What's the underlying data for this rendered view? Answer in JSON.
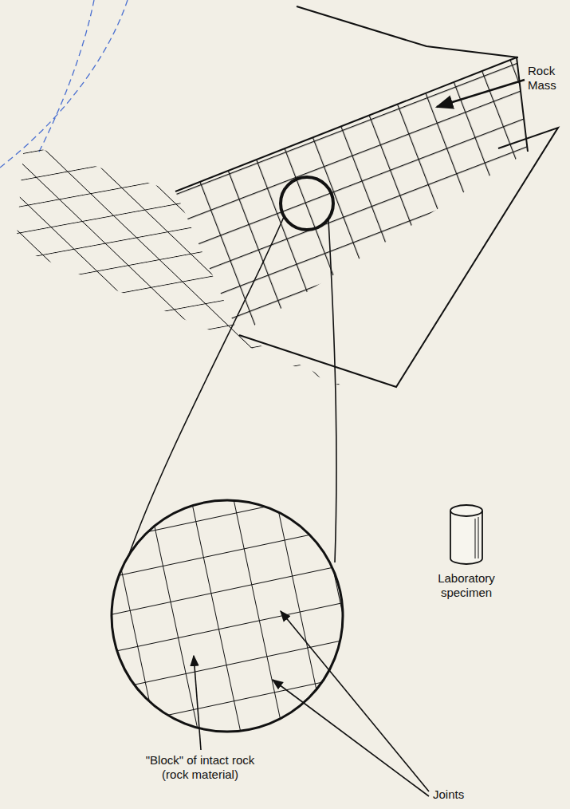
{
  "diagram": {
    "labels": [
      "Rock Mass",
      "Laboratory specimen",
      "\"Block\" of intact rock (rock material)",
      "Joints"
    ]
  }
}
